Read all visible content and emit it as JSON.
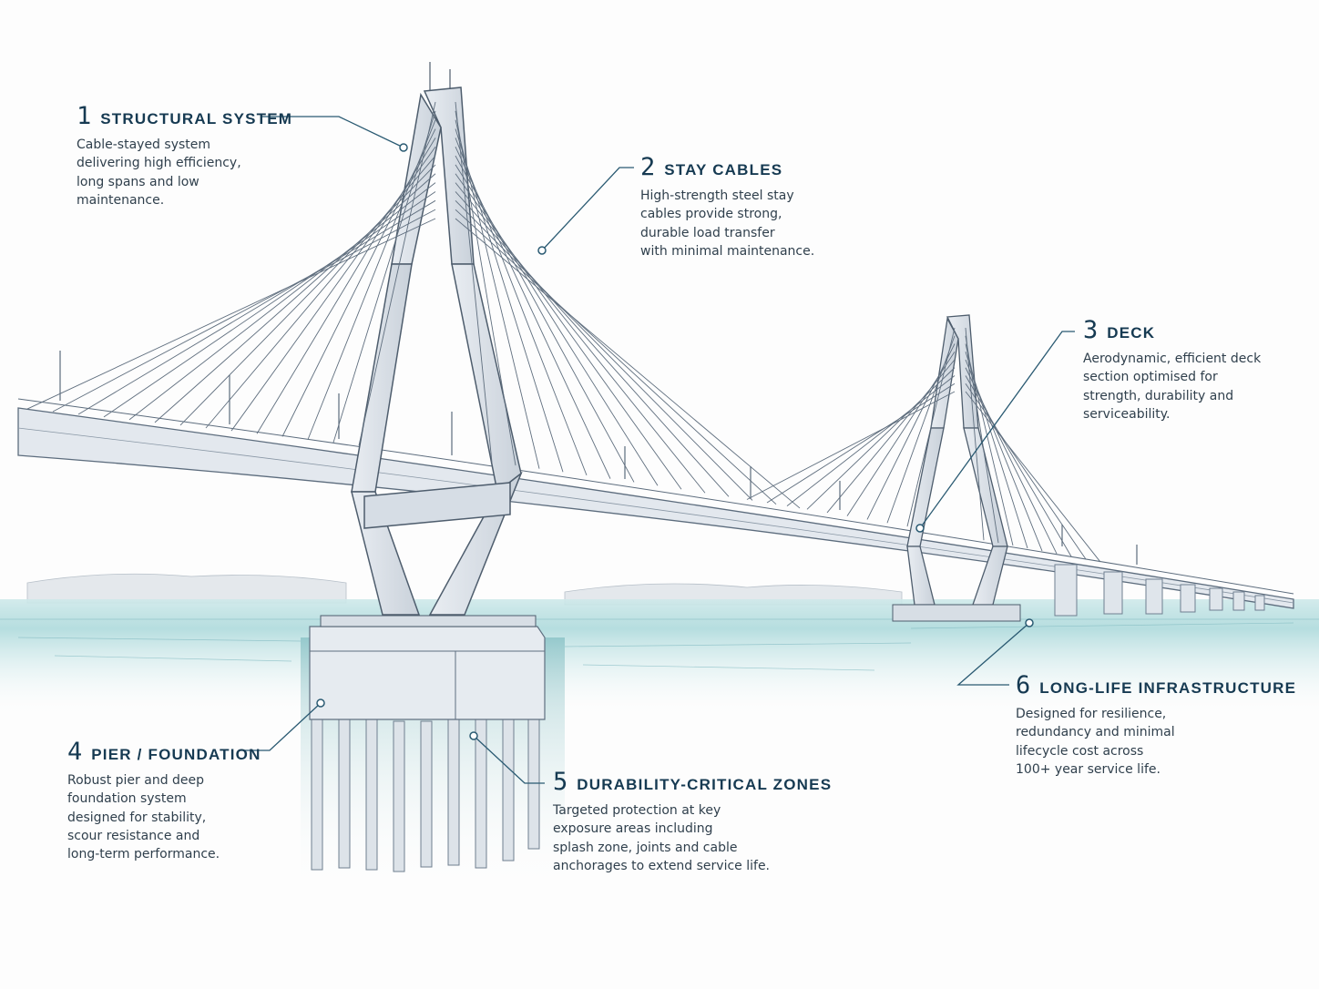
{
  "callouts": [
    {
      "number": "1",
      "title": "STRUCTURAL SYSTEM",
      "lines": [
        "Cable-stayed system",
        "delivering high efficiency,",
        "long spans and low",
        "maintenance."
      ]
    },
    {
      "number": "2",
      "title": "STAY CABLES",
      "lines": [
        "High-strength steel stay",
        "cables provide strong,",
        "durable load transfer",
        "with minimal maintenance."
      ]
    },
    {
      "number": "3",
      "title": "DECK",
      "lines": [
        "Aerodynamic, efficient deck",
        "section optimised for",
        "strength, durability and",
        "serviceability."
      ]
    },
    {
      "number": "4",
      "title": "PIER / FOUNDATION",
      "lines": [
        "Robust pier and deep",
        "foundation system",
        "designed for stability,",
        "scour resistance and",
        "long-term performance."
      ]
    },
    {
      "number": "5",
      "title": "DURABILITY-CRITICAL ZONES",
      "lines": [
        "Targeted protection at key",
        "exposure areas including",
        "splash zone, joints and cable",
        "anchorages to extend service life."
      ]
    },
    {
      "number": "6",
      "title": "LONG-LIFE INFRASTRUCTURE",
      "lines": [
        "Designed for resilience,",
        "redundancy and minimal",
        "lifecycle cost across",
        "100+ year service life."
      ]
    }
  ],
  "colors": {
    "ink": "#163a52",
    "sketch": "#6f7f90",
    "water": "#7fc3c7",
    "leader": "#2a5a72"
  }
}
